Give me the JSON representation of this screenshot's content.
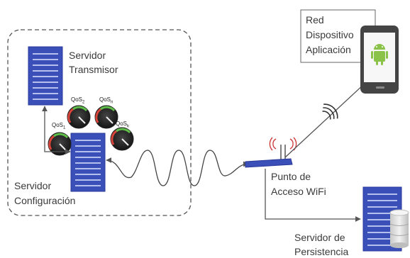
{
  "labels": {
    "transmitter_line1": "Servidor",
    "transmitter_line2": "Transmisor",
    "config_line1": "Servidor",
    "config_line2": "Configuración",
    "ap_line1": "Punto de",
    "ap_line2": "Acceso WiFi",
    "persist_line1": "Servidor de",
    "persist_line2": "Persistencia",
    "device_line1": "Red",
    "device_line2": "Dispositivo",
    "device_line3": "Aplicación"
  },
  "qos_gauges": [
    {
      "base": "QoS",
      "sub": "1"
    },
    {
      "base": "QoS",
      "sub": "2"
    },
    {
      "base": "QoS",
      "sub": "n"
    },
    {
      "base": "QoS",
      "sub": "k"
    }
  ],
  "icons": {
    "server": "server-rack-icon",
    "gauge": "qos-gauge-icon",
    "router": "wifi-access-point-icon",
    "phone": "android-phone-icon",
    "signal": "wifi-signal-icon",
    "database": "database-cylinder-icon"
  },
  "colors": {
    "server_blue": "#3a4fb8",
    "accent": "#2a3a9a",
    "android_green": "#8bc34a",
    "link_gray": "#555555"
  }
}
